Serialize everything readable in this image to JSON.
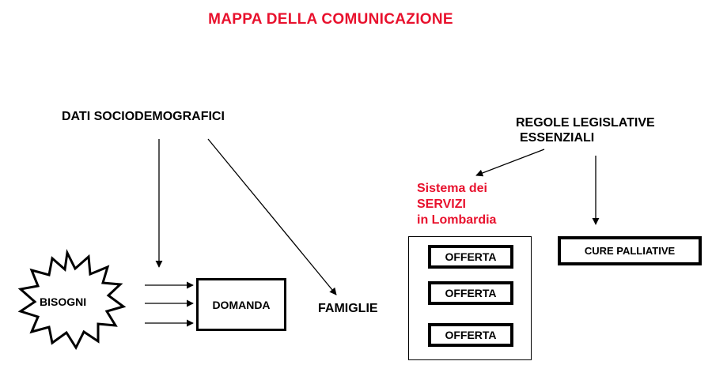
{
  "title": "MAPPA DELLA COMUNICAZIONE",
  "nodes": {
    "dati": "DATI SOCIODEMOGRAFICI",
    "regole_line1": "REGOLE LEGISLATIVE",
    "regole_line2": "ESSENZIALI",
    "sistema_line1": "Sistema dei",
    "sistema_line2": "SERVIZI",
    "sistema_line3": "in Lombardia",
    "bisogni": "BISOGNI",
    "domanda": "DOMANDA",
    "famiglie": "FAMIGLIE",
    "offerta_1": "OFFERTA",
    "offerta_2": "OFFERTA",
    "offerta_3": "OFFERTA",
    "cure": "CURE PALLIATIVE"
  },
  "colors": {
    "accent": "#e8112d",
    "ink": "#000000"
  }
}
